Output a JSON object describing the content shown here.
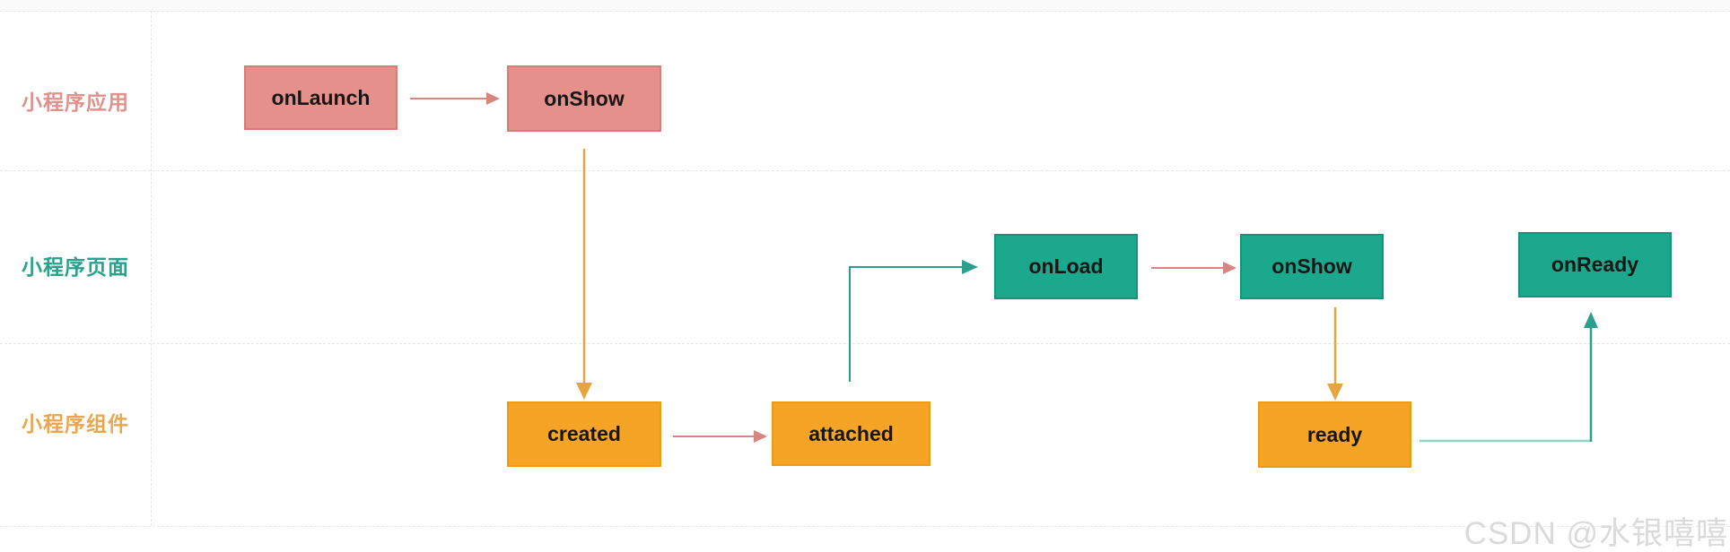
{
  "diagram": {
    "title_hint": "mini-program lifecycle swimlane diagram",
    "lanes": [
      {
        "id": "app",
        "label": "小程序应用"
      },
      {
        "id": "page",
        "label": "小程序页面"
      },
      {
        "id": "component",
        "label": "小程序组件"
      }
    ],
    "nodes": {
      "app_onlaunch": "onLaunch",
      "app_onshow": "onShow",
      "page_onload": "onLoad",
      "page_onshow": "onShow",
      "page_onready": "onReady",
      "component_created": "created",
      "component_attached": "attached",
      "component_ready": "ready"
    },
    "edges": [
      {
        "from": "app_onlaunch",
        "to": "app_onshow",
        "color": "pink"
      },
      {
        "from": "app_onshow",
        "to": "component_created",
        "color": "orange"
      },
      {
        "from": "component_created",
        "to": "component_attached",
        "color": "pink"
      },
      {
        "from": "component_attached",
        "to": "page_onload",
        "color": "teal"
      },
      {
        "from": "page_onload",
        "to": "page_onshow",
        "color": "pink"
      },
      {
        "from": "page_onshow",
        "to": "component_ready",
        "color": "orange"
      },
      {
        "from": "component_ready",
        "to": "page_onready",
        "color": "teal"
      }
    ],
    "colors": {
      "app_lane_text": "#e0918c",
      "app_node_fill": "#e5908b",
      "app_node_border": "#d47e79",
      "page_lane_text": "#2aa18b",
      "page_node_fill": "#1ba88c",
      "page_node_border": "#119578",
      "component_lane_text": "#eaa74e",
      "component_node_fill": "#f6a426",
      "component_node_border": "#ee9a14",
      "arrow_pink": "#d8847f",
      "arrow_orange": "#e7a53f",
      "arrow_teal": "#2b9e8e",
      "arrow_teal_light": "#8fd4c8",
      "grid_line": "#e6e6e6"
    }
  },
  "watermark": {
    "text": "CSDN @水银嘻嘻"
  }
}
